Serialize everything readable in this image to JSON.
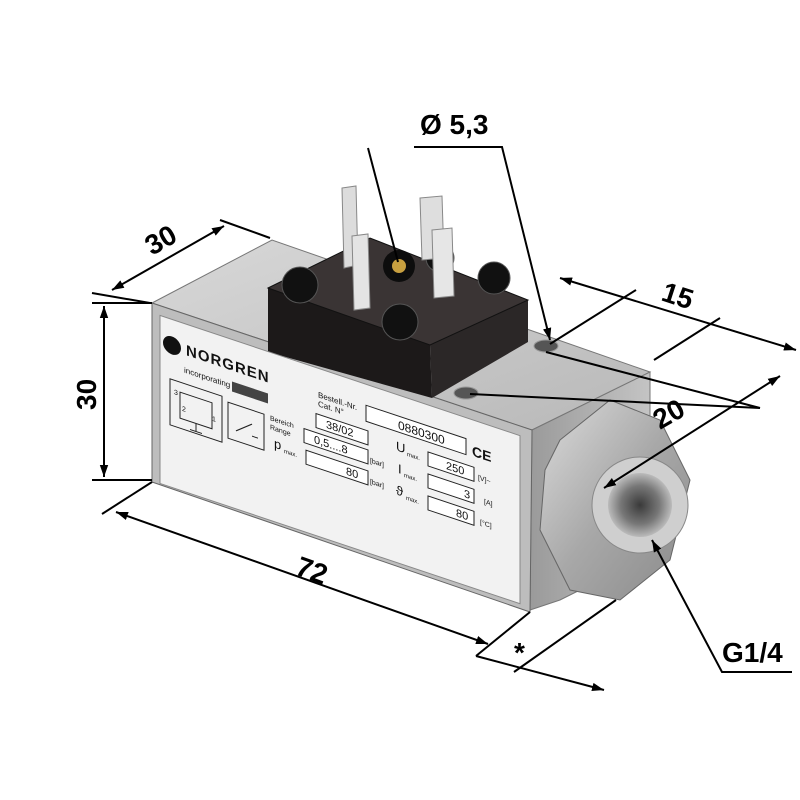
{
  "dimensions": {
    "width_top": "30",
    "height_left": "30",
    "length_bottom": "72",
    "hole_diameter": "Ø 5,3",
    "hole_spacing": "15",
    "hole_offset": "20",
    "thread": "G1/4",
    "asterisk": "*"
  },
  "label": {
    "brand": "NORGREN",
    "incorporating": "incorporating",
    "order_label_de": "Bestell.-Nr.",
    "order_label_en": "Cat. N°",
    "part_number": "0880300",
    "ce_mark": "CE",
    "model": "38/02",
    "range_label_de": "Bereich",
    "range_label_en": "Range",
    "range_value": "0,5....8",
    "range_unit": "[bar]",
    "pmax_p": "p",
    "pmax_sub": "max.",
    "pmax_value": "80",
    "pmax_unit": "[bar]",
    "umax_u": "U",
    "umax_sub": "max.",
    "umax_value": "250",
    "umax_unit": "[V]~",
    "imax_i": "I",
    "imax_sub": "max.",
    "imax_value": "3",
    "imax_unit": "[A]",
    "tmax_t": "ϑ",
    "tmax_sub": "max.",
    "tmax_value": "80",
    "tmax_unit": "[°C]",
    "schematic_pins": [
      "3",
      "2",
      "1"
    ]
  },
  "colors": {
    "housing_top": "#c9c9c9",
    "housing_front": "#b5b5b5",
    "label_bg": "#f2f2f2",
    "connector": "#2a2626",
    "brass": "#c8a040"
  }
}
